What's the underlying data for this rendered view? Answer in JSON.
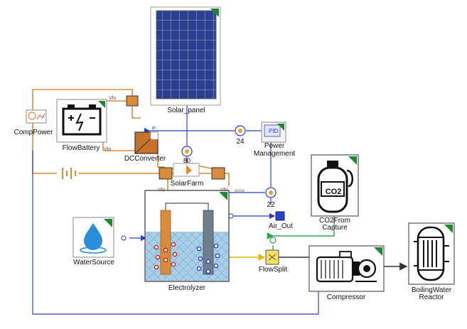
{
  "components": {
    "solar_panel": "Solar_panel",
    "flow_battery": "FlowBattery",
    "comp_power": "CompPower",
    "dc_converter": "DCConverter",
    "solar_farm": "SolarFarm",
    "power_management": [
      "Power",
      "Management"
    ],
    "co2_capture": [
      "CO2From",
      "Capture"
    ],
    "co2_tank_text": "CO2",
    "water_source": "WaterSource",
    "electrolyzer": "Electrolyzer",
    "air_out": "Air_Out",
    "flow_split": "FlowSplit",
    "compressor": "Compressor",
    "boiling_water_reactor": [
      "BoilingWater",
      "Reactor"
    ],
    "pid_text": "PID"
  },
  "sensors": {
    "sensor_24": "24",
    "sensor_80": "80",
    "sensor_22": "22"
  },
  "ports": {
    "vhi_battery": "Vhi",
    "vlo_battery": "Vlo",
    "vlo_farm": "Vlo",
    "vhi_farm": "Vhi",
    "p_port": "P",
    "epow": "epow"
  },
  "colors": {
    "electric": "#d98b3c",
    "signal": "#2b3fc9",
    "fluid": "#888888",
    "hydrogen": "#f0d010",
    "co2": "#2ea84a",
    "corner_mark": "#1c8a2c"
  }
}
